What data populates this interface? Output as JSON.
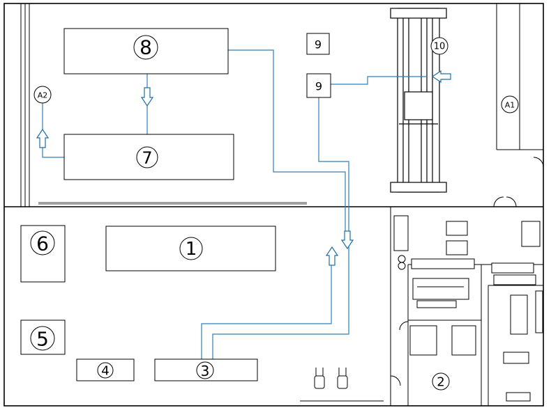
{
  "zones": {
    "z1": "1",
    "z2": "2",
    "z3": "3",
    "z4": "4",
    "z5": "5",
    "z6": "6",
    "z7": "7",
    "z8": "8",
    "z9a": "9",
    "z9b": "9",
    "z10": "10",
    "a1": "A1",
    "a2": "A2"
  },
  "colors": {
    "wall": "#000000",
    "flow": "#2e7fb8",
    "arrow": "#1f6fa8",
    "fill": "#ffffff"
  }
}
